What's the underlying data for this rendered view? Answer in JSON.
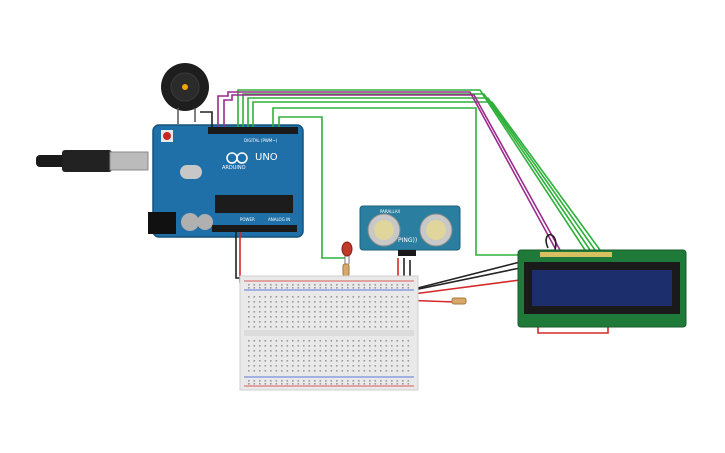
{
  "arduino": {
    "brand": "ARDUINO",
    "model": "UNO",
    "digital_label": "DIGITAL (PWM~)",
    "power_label": "POWER",
    "analog_label": "ANALOG IN",
    "board_color": "#1f6fa8"
  },
  "sensor": {
    "model": "PING))",
    "header_label": "PARALLAX",
    "board_color": "#2a7fa0"
  },
  "colors": {
    "wire_green": "#2eb03a",
    "wire_purple": "#9b2b8c",
    "wire_black": "#222222",
    "wire_red": "#d42a2a",
    "lcd_board": "#1f7a3a",
    "lcd_screen": "#1c2e6b",
    "led": "#c0392b"
  }
}
